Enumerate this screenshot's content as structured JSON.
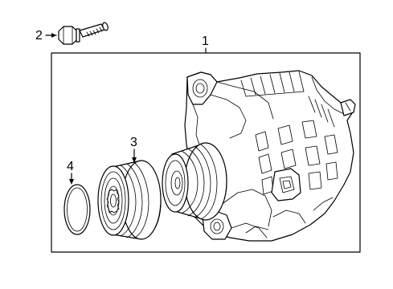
{
  "diagram": {
    "callouts": [
      {
        "id": "1",
        "label": "1",
        "part": "alternator"
      },
      {
        "id": "2",
        "label": "2",
        "part": "bolt"
      },
      {
        "id": "3",
        "label": "3",
        "part": "pulley"
      },
      {
        "id": "4",
        "label": "4",
        "part": "ring"
      }
    ],
    "colors": {
      "line": "#000000",
      "background": "#ffffff"
    }
  }
}
